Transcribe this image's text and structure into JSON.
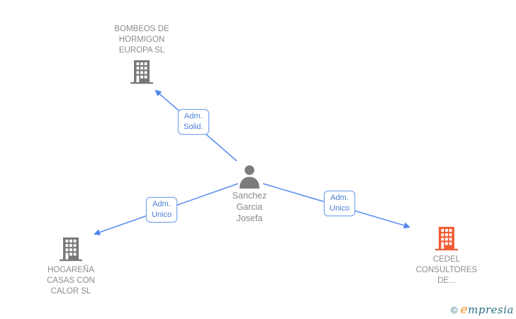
{
  "diagram": {
    "person": {
      "name": "Sanchez\nGarcia\nJosefa"
    },
    "companies": {
      "top": {
        "name": "BOMBEOS DE\nHORMIGON\nEUROPA SL",
        "icon_color": "#787878"
      },
      "bottom_left": {
        "name": "HOGAREÑA\nCASAS CON\nCALOR SL",
        "icon_color": "#787878"
      },
      "bottom_right": {
        "name": "CEDEL\nCONSULTORES\nDE...",
        "icon_color": "#f25c33"
      }
    },
    "relationships": {
      "to_top": {
        "label": "Adm.\nSolid."
      },
      "to_bottom_left": {
        "label": "Adm.\nUnico"
      },
      "to_bottom_right": {
        "label": "Adm.\nUnico"
      }
    }
  },
  "watermark": {
    "copyright": "©",
    "brand_initial": "e",
    "brand_rest": "mpresia"
  },
  "colors": {
    "edge_line": "#5d90ee",
    "edge_label_text": "#4a7fd4",
    "edge_label_border": "#79a4ea",
    "node_text": "#8d8d8d",
    "building_gray": "#787878",
    "building_orange": "#f25c33",
    "watermark_teal": "#2d7086",
    "watermark_orange": "#f2911c"
  }
}
